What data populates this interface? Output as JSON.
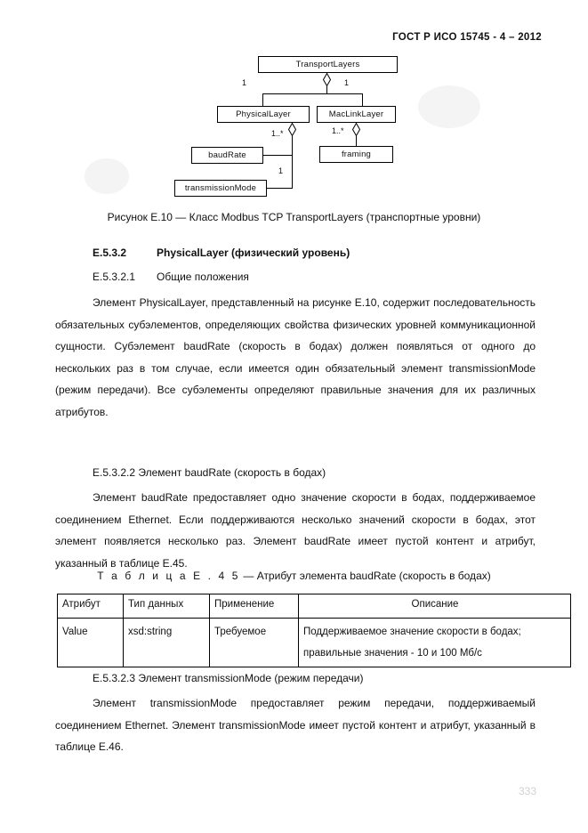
{
  "header": {
    "standard_title": "ГОСТ Р ИСО 15745 - 4 – 2012"
  },
  "figure": {
    "caption": "Рисунок Е.10 — Класс Modbus TCP TransportLayers (транспортные уровни)",
    "boxes": {
      "transport_layers": "TransportLayers",
      "physical_layer": "PhysicalLayer",
      "mac_link_layer": "MacLinkLayer",
      "baud_rate": "baudRate",
      "framing": "framing",
      "transmission_mode": "transmissionMode"
    },
    "multiplicities": {
      "physical_from_transport": "1",
      "maclink_from_transport": "1",
      "baudrate_from_physical": "1..*",
      "framing_from_maclink": "1..*",
      "transmissionmode_from_physical": "1"
    }
  },
  "sections": {
    "s_e5321": {
      "number": "E.5.3.2",
      "title": "PhysicalLayer (физический уровень)",
      "sub_number": "E.5.3.2.1",
      "sub_title": "Общие положения",
      "paragraph_1": "Элемент PhysicalLayer, представленный на рисунке Е.10, содержит последовательность обязательных субэлементов, определяющих свойства физических уровней коммуникационной сущности. Субэлемент baudRate (скорость в бодах) должен появляться от одного до нескольких раз в том случае, если имеется один обязательный элемент transmissionMode (режим передачи). Все субэлементы определяют правильные значения для их различных атрибутов."
    },
    "s_e5322": {
      "heading": "E.5.3.2.2  Элемент baudRate (скорость в бодах)",
      "paragraph": "Элемент baudRate предоставляет одно значение скорости в бодах, поддерживаемое соединением Ethernet. Если поддерживаются несколько значений скорости в бодах, этот элемент появляется несколько раз. Элемент baudRate имеет пустой контент и атрибут, указанный в таблице Е.45."
    },
    "s_e5323": {
      "heading": "E.5.3.2.3  Элемент transmissionMode (режим передачи)",
      "paragraph": "Элемент transmissionMode предоставляет режим передачи, поддерживаемый соединением Ethernet. Элемент transmissionMode имеет пустой контент и атрибут, указанный в таблице Е.46."
    }
  },
  "table": {
    "caption_label": "Т а б л и ц а   Е . 4 5",
    "caption_rest": " — Атрибут элемента baudRate (скорость в бодах)",
    "headers": [
      "Атрибут",
      "Тип данных",
      "Применение",
      "Описание"
    ],
    "rows": [
      {
        "attribute": "Value",
        "data_type": "xsd:string",
        "usage": "Требуемое",
        "description_line_1": "Поддерживаемое значение скорости в бодах;",
        "description_line_2": "правильные значения - 10 и 100 Мб/с"
      }
    ]
  },
  "footer": {
    "page_number": "333"
  }
}
